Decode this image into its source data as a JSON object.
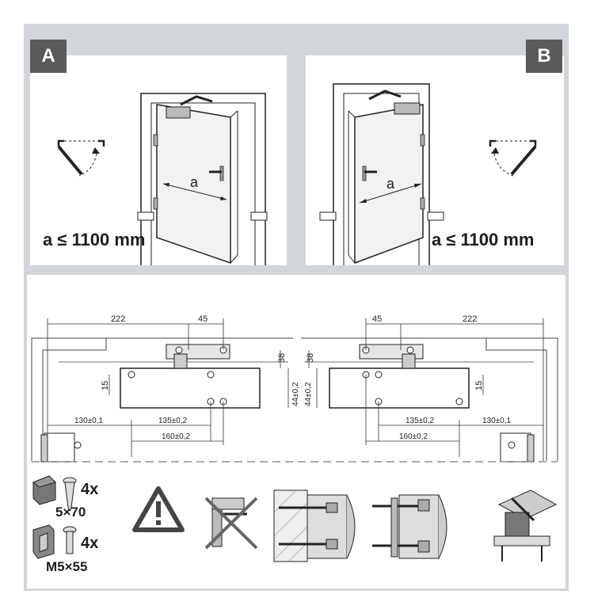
{
  "panels": {
    "a": {
      "tag": "A",
      "formula": "a ≤ 1100 mm",
      "door_dim_label": "a"
    },
    "b": {
      "tag": "B",
      "formula": "a ≤ 1100 mm",
      "door_dim_label": "a"
    }
  },
  "drawing": {
    "left": {
      "overall": "222",
      "bracket": "45",
      "arm_offset": "38",
      "top_offset": "15",
      "body_height": "44±0,2",
      "frame_offset": "130±0,1",
      "hole_spacing": "135±0,2",
      "total_spacing": "160±0,2"
    },
    "right": {
      "overall": "222",
      "bracket": "45",
      "arm_offset": "38",
      "top_offset": "15",
      "body_height": "44±0,2",
      "frame_offset": "130±0,1",
      "hole_spacing": "135±0,2",
      "total_spacing": "160±0,2"
    }
  },
  "fasteners": {
    "wood": {
      "qty": "4x",
      "size": "5×70"
    },
    "metal": {
      "qty": "4x",
      "size": "M5×55"
    }
  }
}
